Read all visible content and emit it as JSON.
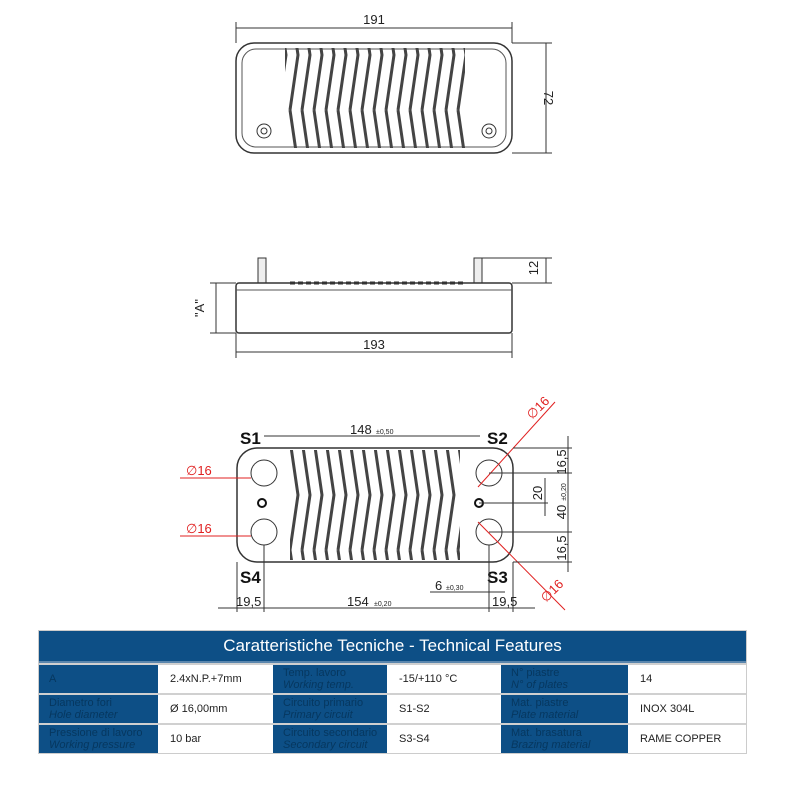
{
  "drawing": {
    "top_view": {
      "width": "191",
      "height": "72"
    },
    "side_view": {
      "length": "193",
      "thickness": "\"A\"",
      "fitting_height": "12"
    },
    "front_view": {
      "ports": [
        "S1",
        "S2",
        "S3",
        "S4"
      ],
      "hole_dia": "∅16",
      "h_spacing": "148",
      "h_spacing_tol": "±0,50",
      "v_spacing": "40",
      "v_spacing_tol": "±0,20",
      "center_offset": "20",
      "edge_top": "16,5",
      "edge_bottom": "16,5",
      "edge_left": "19,5",
      "edge_right": "19,5",
      "bottom_spacing": "154",
      "bottom_spacing_tol": "±0,20",
      "offset": "6",
      "offset_tol": "±0,30"
    }
  },
  "table": {
    "title": "Caratteristiche Tecniche - Technical Features",
    "rows": [
      [
        {
          "it": "A",
          "en": ""
        },
        "2.4xN.P.+7mm",
        {
          "it": "Temp. lavoro",
          "en": "Working temp."
        },
        "-15/+110 °C",
        {
          "it": "N° piastre",
          "en": "N° of plates"
        },
        "14"
      ],
      [
        {
          "it": "Diametro fori",
          "en": "Hole diameter"
        },
        "Ø 16,00mm",
        {
          "it": "Circuito primario",
          "en": "Primary circuit"
        },
        "S1-S2",
        {
          "it": "Mat. piastre",
          "en": "Plate material"
        },
        "INOX 304L"
      ],
      [
        {
          "it": "Pressione di lavoro",
          "en": "Working pressure"
        },
        "10 bar",
        {
          "it": "Circuito secondario",
          "en": "Secondary circuit"
        },
        "S3-S4",
        {
          "it": "Mat. brasatura",
          "en": "Brazing material"
        },
        "RAME COPPER"
      ]
    ]
  },
  "colors": {
    "header": "#0d4f86",
    "dim_red": "#e02020"
  }
}
